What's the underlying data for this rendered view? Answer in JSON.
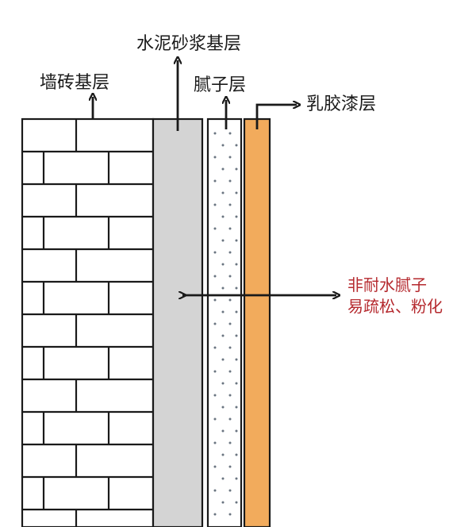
{
  "labels": {
    "brick": "墙砖基层",
    "mortar": "水泥砂浆基层",
    "putty": "腻子层",
    "latex": "乳胶漆层"
  },
  "note": {
    "line1": "非耐水腻子",
    "line2": "易疏松、粉化"
  },
  "colors": {
    "line": "#1a1a1a",
    "mortar": "#d4d4d4",
    "putty_dots": "#6a7480",
    "latex": "#f2ab5c",
    "note": "#b5292e"
  }
}
